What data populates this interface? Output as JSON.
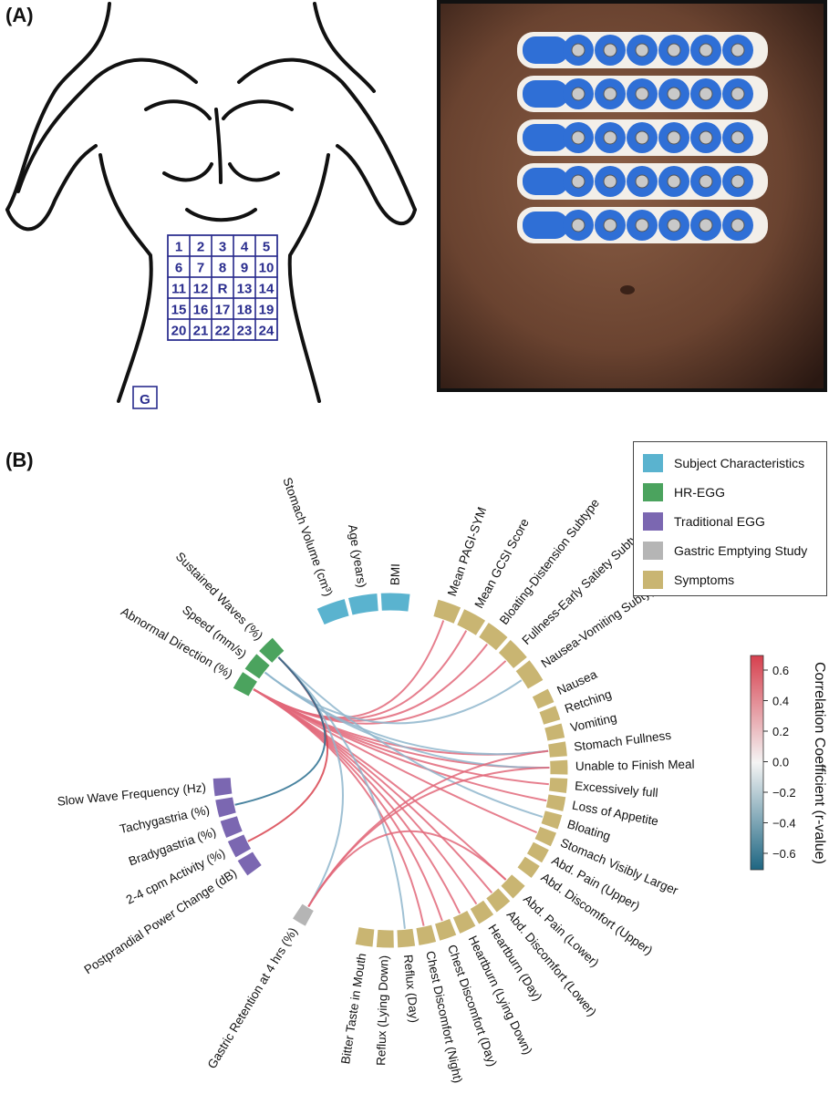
{
  "panel_a": {
    "label": "(A)",
    "grid_numbers": [
      [
        "1",
        "2",
        "3",
        "4",
        "5"
      ],
      [
        "6",
        "7",
        "8",
        "9",
        "10"
      ],
      [
        "11",
        "12",
        "R",
        "13",
        "14"
      ],
      [
        "15",
        "16",
        "17",
        "18",
        "19"
      ],
      [
        "20",
        "21",
        "22",
        "23",
        "24"
      ]
    ],
    "ground_label": "G"
  },
  "panel_b": {
    "label": "(B)",
    "legend": [
      {
        "label": "Subject Characteristics",
        "color": "#5ab3cf"
      },
      {
        "label": "HR-EGG",
        "color": "#4ba35e"
      },
      {
        "label": "Traditional EGG",
        "color": "#7b67b1"
      },
      {
        "label": "Gastric Emptying Study",
        "color": "#b5b5b5"
      },
      {
        "label": "Symptoms",
        "color": "#c9b572"
      }
    ],
    "colorbar": {
      "title": "Correlation Coefficient (r-value)",
      "ticks": [
        "0.6",
        "0.4",
        "0.2",
        "0.0",
        "−0.2",
        "−0.4",
        "−0.6"
      ],
      "colors": [
        "#d6404e",
        "#f4f4f4",
        "#1e6682"
      ]
    },
    "nodes": {
      "subject": [
        "Stomach Volume (cm³)",
        "Age (years)",
        "BMI"
      ],
      "symptom_top": [
        "Mean PAGI-SYM",
        "Mean GCSI Score",
        "Bloating-Distension Subtype",
        "Fullness-Early Satiety Subtype",
        "Nausea-Vomiting Subtype"
      ],
      "symptom_right": [
        "Nausea",
        "Retching",
        "Vomiting",
        "Stomach Fullness",
        "Unable to Finish Meal",
        "Excessively full",
        "Loss of Appetite",
        "Bloating",
        "Stomach Visibly Larger",
        "Abd. Pain (Upper)",
        "Abd. Discomfort (Upper)"
      ],
      "symptom_bottom": [
        "Abd. Pain (Lower)",
        "Abd. Discomfort (Lower)",
        "Heartburn (Day)",
        "Heartburn (Lying Down)",
        "Chest Discomfort (Day)",
        "Chest Discomfort (Night)",
        "Reflux (Day)",
        "Reflux (Lying Down)",
        "Bitter Taste in Mouth"
      ],
      "gastric": [
        "Gastric Retention at 4 hrs (%)"
      ],
      "traditional": [
        "Postprandial Power Change (dB)",
        "2-4 cpm Activity (%)",
        "Bradygastria (%)",
        "Tachygastria (%)",
        "Slow Wave Frequency (Hz)"
      ],
      "hregg": [
        "Abnormal Direction (%)",
        "Speed (mm/s)",
        "Sustained Waves (%)"
      ]
    }
  }
}
